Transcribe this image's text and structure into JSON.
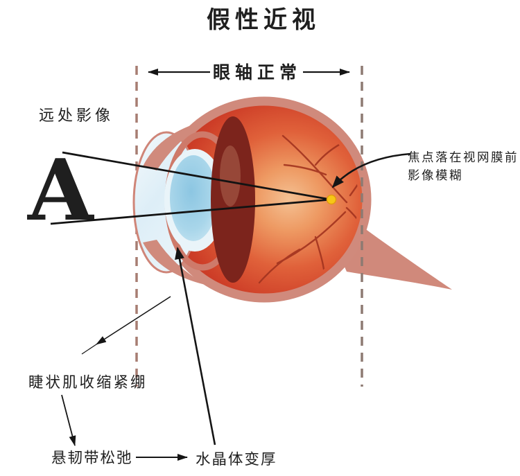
{
  "title": "假性近视",
  "axis": {
    "label": "眼轴正常"
  },
  "annotations": {
    "distant_image": "远处影像",
    "stimulus_letter": "A",
    "focus_note_line1": "焦点落在视网膜前，",
    "focus_note_line2": "影像模糊",
    "ciliary_muscle": "睫状肌收缩紧绷",
    "suspensory_ligament": "悬韧带松弛",
    "lens_thicken": "水晶体变厚"
  },
  "colors": {
    "background": "#ffffff",
    "text": "#1f1f1f",
    "sclera_rim_pink": "#d08a7c",
    "fundus_red": "#c43a26",
    "fundus_glow": "#f4c193",
    "dark_chamber_maroon": "#7c241c",
    "lens_blue": "#9fd0e8",
    "cornea_blue": "#dceef7",
    "vessel_red": "#a23420",
    "focal_dot_yellow": "#f7c716",
    "axis_dash_brown": "#a27a70",
    "arrow_black": "#151515"
  }
}
